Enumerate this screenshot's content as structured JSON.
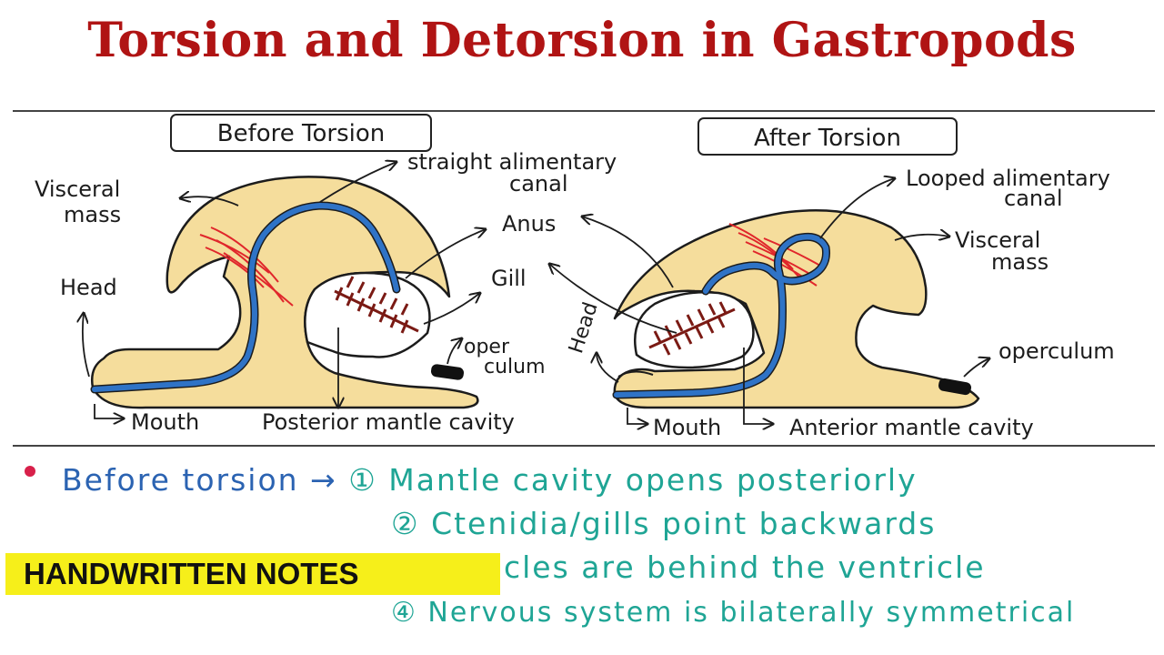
{
  "title": "Torsion and Detorsion in Gastropods",
  "colors": {
    "title": "#b01414",
    "body_fill": "#f5dd9c",
    "canal": "#2f73c6",
    "nerves": "#e0262b",
    "gill": "#7a1a14",
    "operculum": "#111111",
    "notes_lead": "#2b63b2",
    "notes_points": "#1fa595",
    "bullet": "#d8204a",
    "banner_bg": "#f6ef1a"
  },
  "before_torsion": {
    "heading": "Before Torsion",
    "labels": {
      "visceral_mass_1": "Visceral",
      "visceral_mass_2": "mass",
      "canal_1": "straight alimentary",
      "canal_2": "canal",
      "head": "Head",
      "anus": "Anus",
      "gill": "Gill",
      "operculum_1": "oper",
      "operculum_2": "culum",
      "mouth": "Mouth",
      "mantle_cavity": "Posterior mantle cavity"
    }
  },
  "after_torsion": {
    "heading": "After Torsion",
    "labels": {
      "canal_1": "Looped alimentary",
      "canal_2": "canal",
      "visceral_mass_1": "Visceral",
      "visceral_mass_2": "mass",
      "head": "Head",
      "operculum": "operculum",
      "mouth": "Mouth",
      "mantle_cavity": "Anterior mantle cavity"
    }
  },
  "notes": {
    "lead": "Before torsion",
    "points": [
      "① Mantle cavity opens posteriorly",
      "② Ctenidia/gills point backwards",
      "cles are behind the ventricle",
      "④ Nervous system is bilaterally symmetrical"
    ]
  },
  "banner": "HANDWRITTEN NOTES"
}
